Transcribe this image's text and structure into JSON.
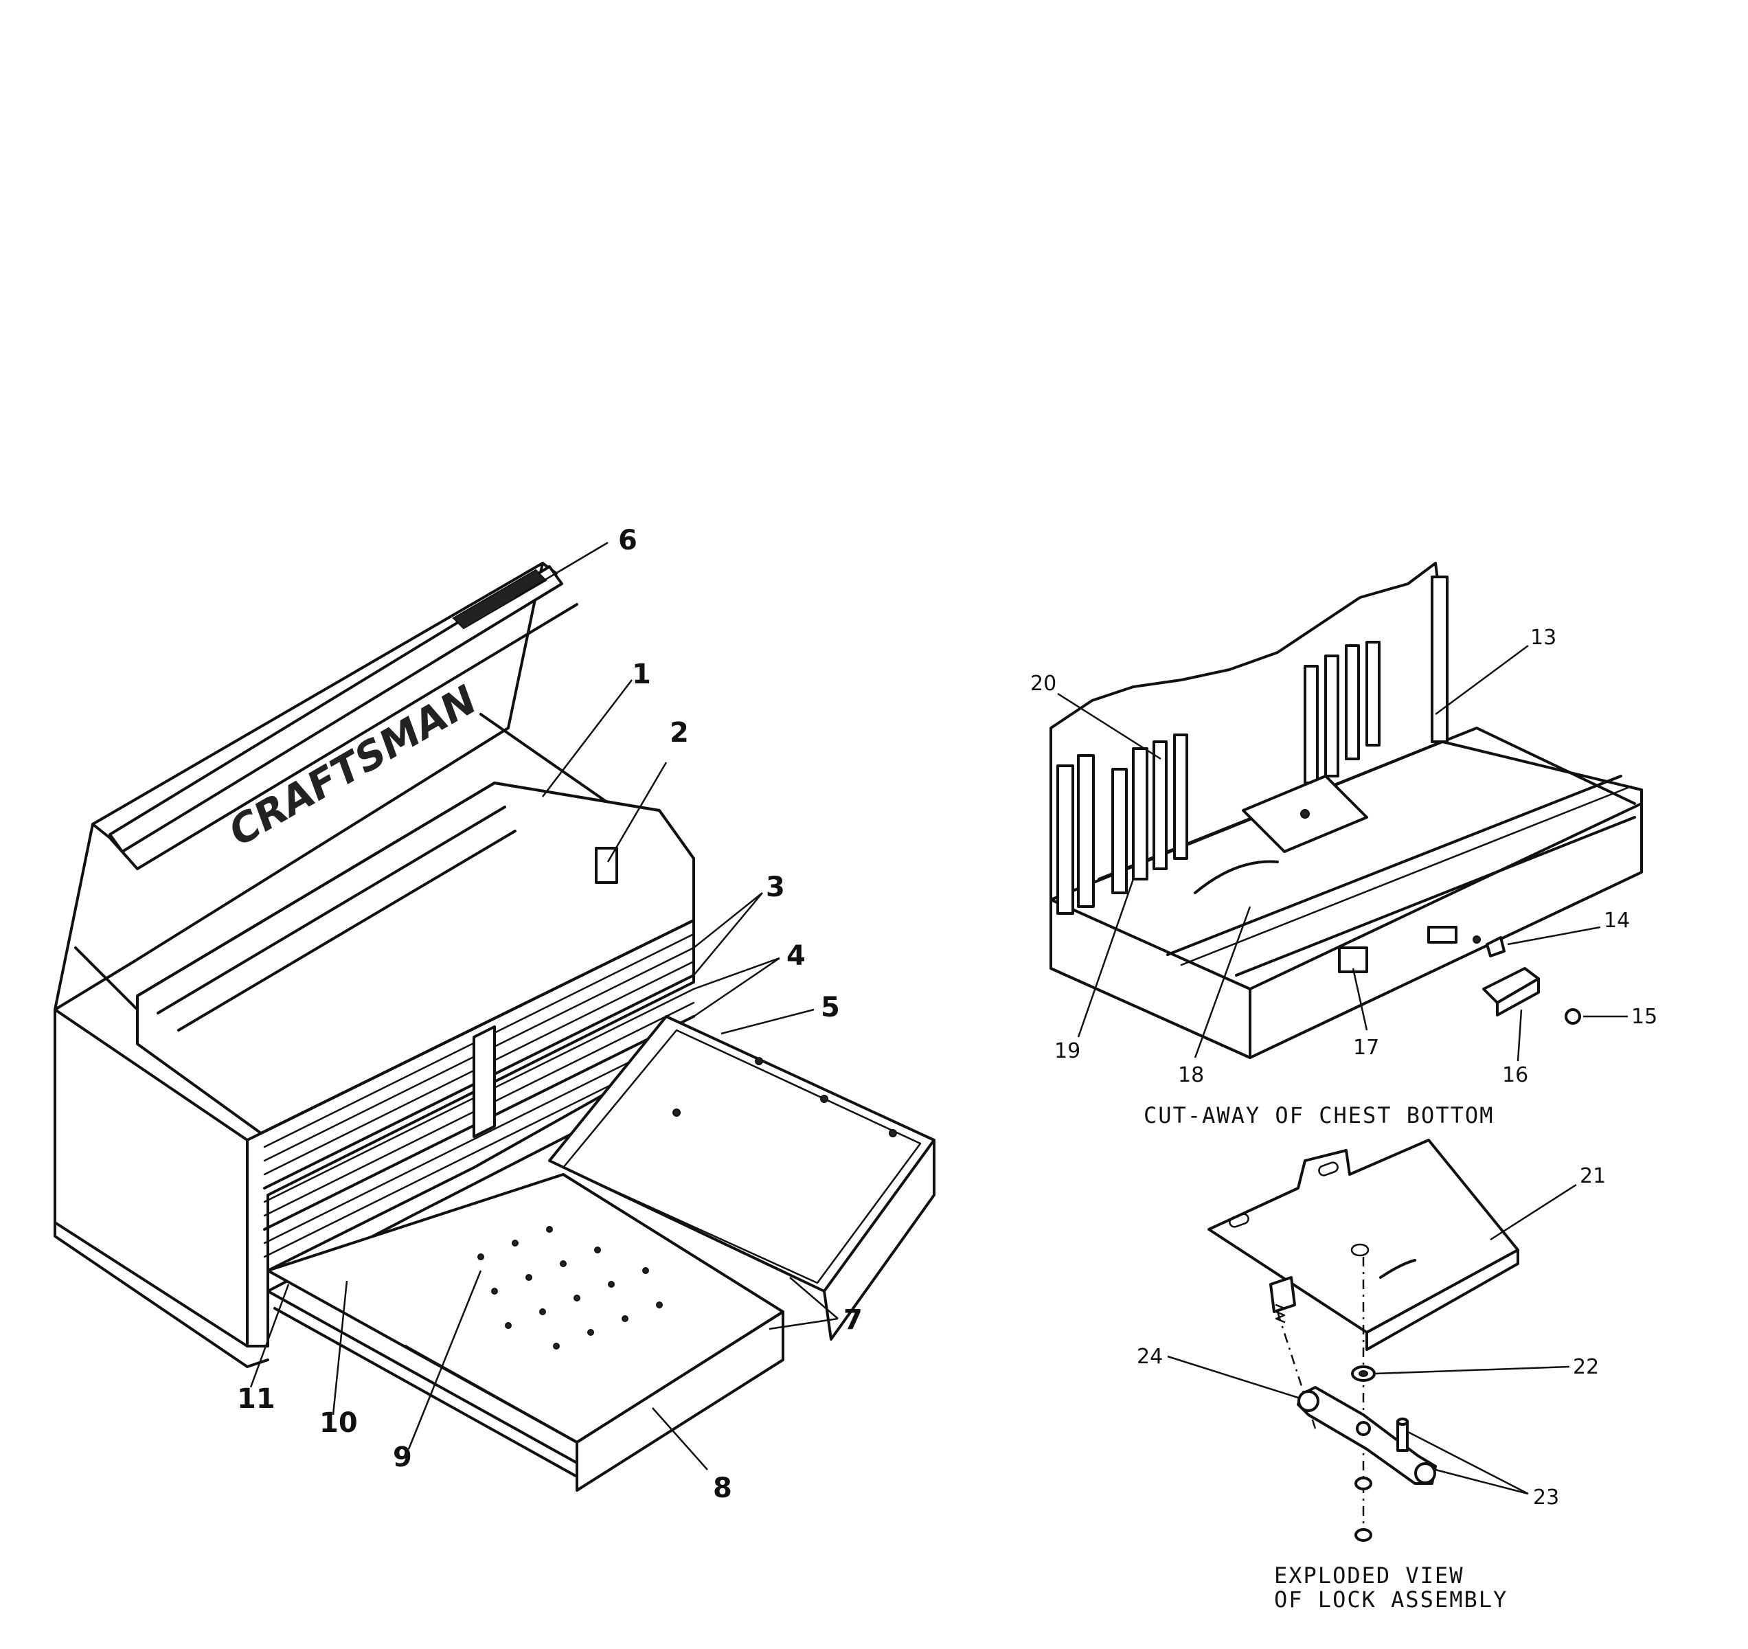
{
  "main_view": {
    "brand_text": "CRAFTSMAN",
    "callouts": [
      "1",
      "2",
      "3",
      "4",
      "5",
      "6",
      "7",
      "8",
      "9",
      "10",
      "11"
    ]
  },
  "cutaway_view": {
    "caption": "CUT-AWAY OF CHEST BOTTOM",
    "callouts": [
      "13",
      "14",
      "15",
      "16",
      "17",
      "18",
      "19",
      "20"
    ]
  },
  "lock_view": {
    "caption_line1": "EXPLODED VIEW",
    "caption_line2": "OF LOCK ASSEMBLY",
    "callouts": [
      "21",
      "22",
      "23",
      "24"
    ]
  }
}
